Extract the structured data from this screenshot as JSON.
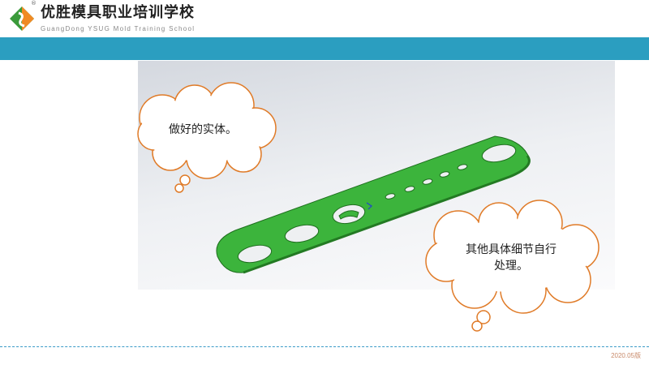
{
  "header": {
    "brand": "优胜模具职业培训学校",
    "brand_sub": "GuangDong YSUG Mold Training School",
    "registered": "®"
  },
  "callouts": [
    {
      "text": "做好的实体。"
    },
    {
      "line1": "其他具体细节自行",
      "line2": "处理。"
    }
  ],
  "colors": {
    "band": "#2b9ec0",
    "plate": "#3cb43c",
    "cloud_outline": "#e07b28"
  },
  "footer": {
    "version": "2020.05版"
  }
}
